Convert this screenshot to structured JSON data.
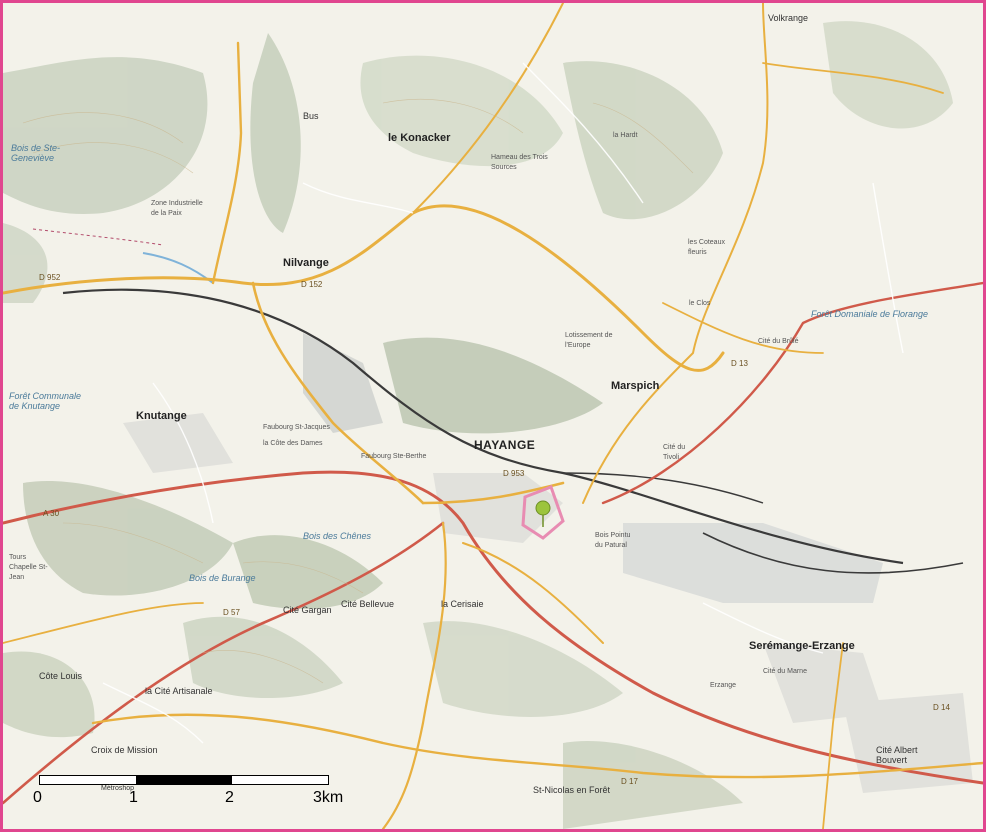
{
  "map": {
    "towns": {
      "hayange": "HAYANGE",
      "nilvange": "Nilvange",
      "knutange": "Knutange",
      "marspich": "Marspich",
      "serem": "Serémange-Erzange",
      "konacker": "le Konacker",
      "volkrange": "Volkrange"
    },
    "places": {
      "bus": "Bus",
      "zone_ind": "Zone Industrielle de la Paix",
      "cite_gargan": "Cité Gargan",
      "cite_bellevue": "Cité Bellevue",
      "cote_louis": "Côte Louis",
      "cite_artisanale": "la Cité Artisanale",
      "croix_mission": "Croix de Mission",
      "cerisaie": "la Cerisaie",
      "st_nicolas": "St-Nicolas en Forêt",
      "cite_albert": "Cité Albert Bouvert",
      "cite_tivoli": "Cité du Tivoli",
      "cite_brule": "Cité du Brûlé",
      "coteaux": "les Coteaux fleuris",
      "clos": "le Clos",
      "faubourg": "Faubourg St-Jacques",
      "cote_dames": "la Côte des Dames",
      "faubourg_berthe": "Faubourg Ste-Berthe",
      "lotissement": "Lotissement de l'Europe",
      "hameau": "Hameau des Trois Sources",
      "la_hardt": "la Hardt",
      "tours": "Tours Chapelle St-Jean",
      "erzange": "Erzange",
      "cite_marne": "Cité du Marne",
      "patural": "Bois Pointu du Patural"
    },
    "forests": {
      "ste_genevieve": "Bois de Ste-Geneviève",
      "foret_comm": "Forêt Communale de Knutange",
      "foret_florange": "Forêt Domaniale de Florange",
      "bois_chenes": "Bois des Chênes",
      "bois_eurange": "Bois de Burange"
    },
    "roads": {
      "d952": "D 952",
      "d953": "D 953",
      "d152": "D 152",
      "d13": "D 13",
      "d17": "D 17",
      "d57": "D 57",
      "a30": "A 30",
      "d14": "D 14"
    },
    "scale": {
      "ticks": [
        "0",
        "1",
        "2",
        "3km"
      ],
      "unit": "Métroshop"
    }
  },
  "colors": {
    "frame": "#e0468f",
    "highway": "#d05a4a",
    "road": "#e8b040",
    "hill": "#b9c4ae",
    "urban": "#dcdcdc",
    "water": "#9cc4e4"
  }
}
